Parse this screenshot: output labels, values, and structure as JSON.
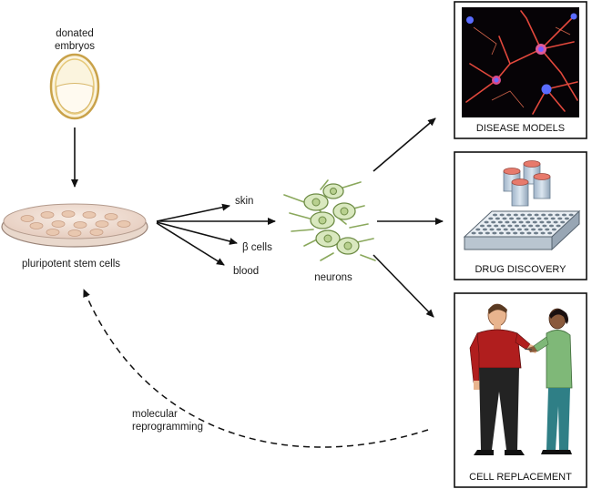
{
  "source": {
    "embryo_label_line1": "donated",
    "embryo_label_line2": "embryos",
    "stem_cells_label": "pluripotent stem cells"
  },
  "derivatives": {
    "skin": "skin",
    "beta_cells": "β cells",
    "blood": "blood",
    "neurons": "neurons"
  },
  "feedback": {
    "label_line1": "molecular",
    "label_line2": "reprogramming"
  },
  "panels": {
    "disease_models": "DISEASE MODELS",
    "drug_discovery": "DRUG DISCOVERY",
    "cell_replacement": "CELL REPLACEMENT"
  },
  "colors": {
    "neuron_red": "#e2483c",
    "nucleus_blue": "#5a6cff",
    "embryo_gold": "#d9b24f",
    "neuron_green": "#a9c77a",
    "patient_shirt": "#b01e1e",
    "doctor_coat": "#7fb878"
  }
}
